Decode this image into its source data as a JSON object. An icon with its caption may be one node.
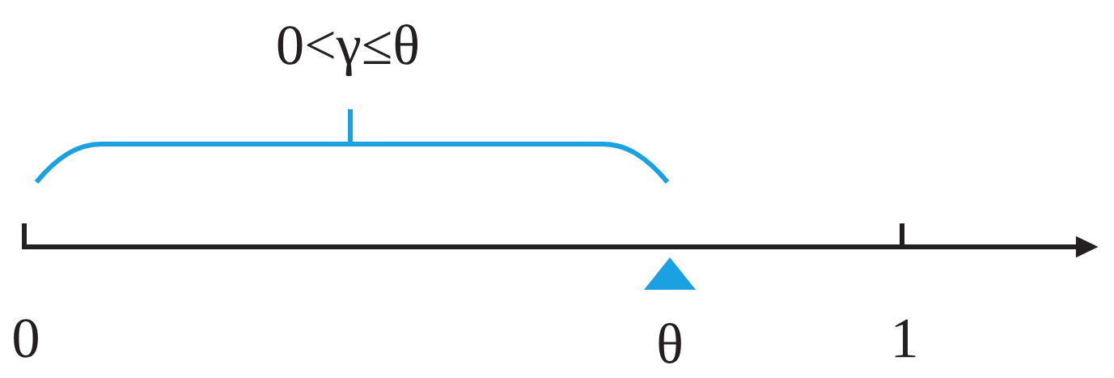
{
  "diagram": {
    "labels": [
      "0<γ≤θ",
      "0",
      "θ",
      "1"
    ]
  }
}
